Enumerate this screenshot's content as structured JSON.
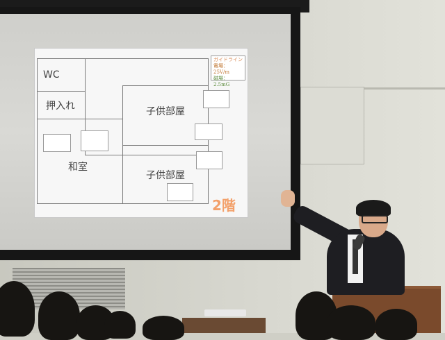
{
  "slide": {
    "rooms": {
      "wc": "WC",
      "closet": "押入れ",
      "kids_room_1": "子供部屋",
      "kids_room_2": "子供部屋",
      "washitsu": "和室"
    },
    "legend": {
      "title": "ガイドライン",
      "electric": "電場：25V/m",
      "magnetic": "磁場：2.5mG"
    },
    "floor": "2階"
  },
  "colors": {
    "screen": "#d6d6d2",
    "floor_badge": "#f3a06a",
    "podium": "#7a4a2c",
    "suit": "#1e1e22"
  }
}
